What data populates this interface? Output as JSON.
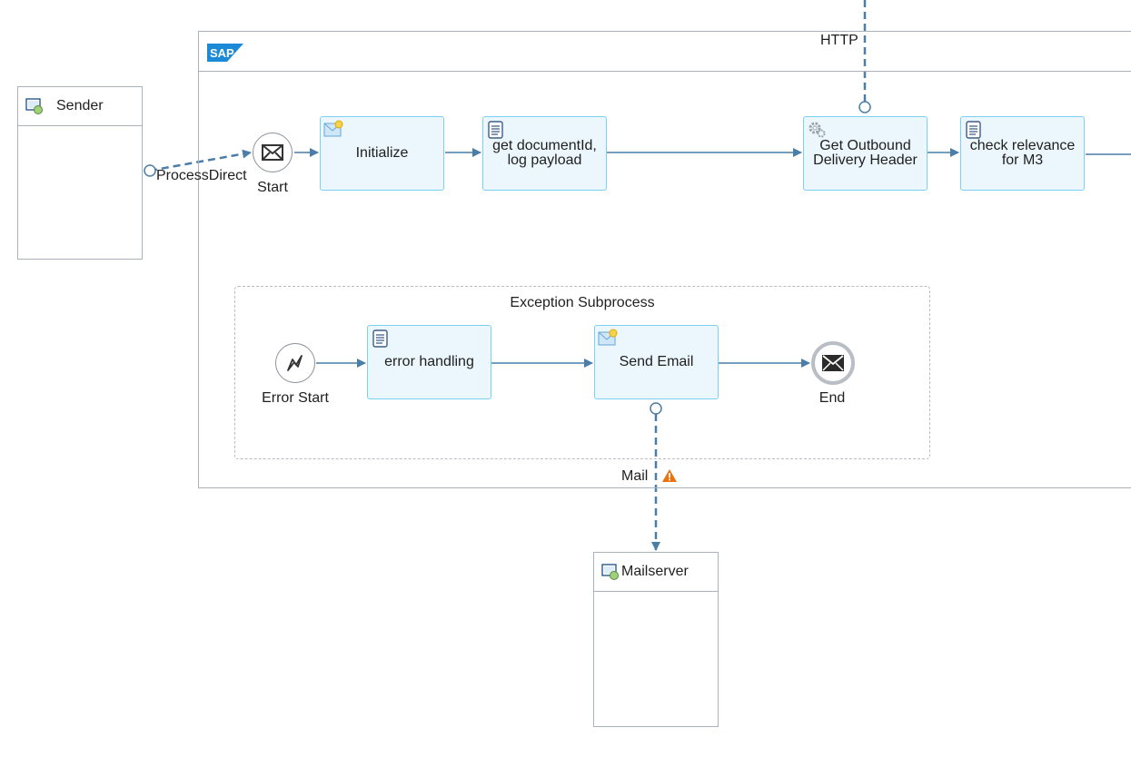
{
  "participants": {
    "sender": {
      "label": "Sender"
    },
    "mailserver": {
      "label": "Mailserver"
    }
  },
  "pool": {
    "logo": "SAP"
  },
  "channels": {
    "process_direct": "ProcessDirect",
    "http": "HTTP",
    "mail": "Mail"
  },
  "events": {
    "start": "Start",
    "error_start": "Error Start",
    "end": "End"
  },
  "tasks": {
    "initialize": "Initialize",
    "get_document_id": "get documentId, log payload",
    "get_outbound_delivery": "Get Outbound Delivery Header",
    "check_relevance": "check relevance for M3",
    "error_handling": "error handling",
    "send_email": "Send Email"
  },
  "subprocess": {
    "title": "Exception Subprocess"
  },
  "colors": {
    "flow": "#4a7da8",
    "task_border": "#7cd0f2",
    "task_fill": "#ebf7fd",
    "warning": "#e9730c"
  }
}
